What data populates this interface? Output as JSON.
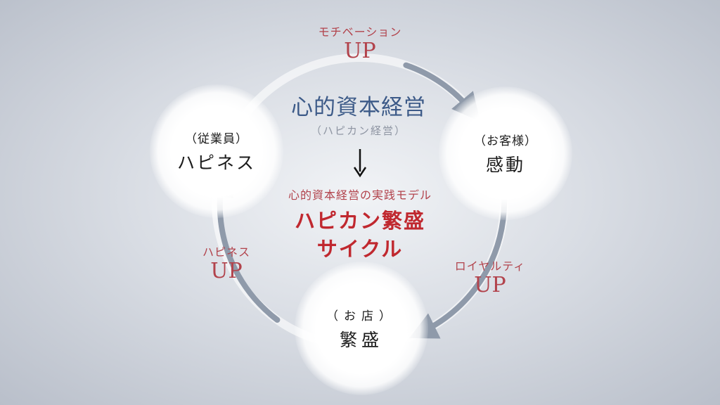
{
  "center": {
    "title": "心的資本経営",
    "subtitle": "（ハピカン経営）",
    "model_caption": "心的資本経営の実践モデル",
    "cycle_name_line1": "ハピカン繁盛",
    "cycle_name_line2": "サイクル"
  },
  "nodes": {
    "employee": {
      "sub": "（従業員）",
      "main": "ハピネス"
    },
    "customer": {
      "sub": "（お客様）",
      "main": "感動"
    },
    "store": {
      "sub": "（お店）",
      "main": "繁盛"
    }
  },
  "arrows": {
    "motivation": {
      "label": "モチベーション",
      "value": "UP"
    },
    "loyalty": {
      "label": "ロイヤルティ",
      "value": "UP"
    },
    "happiness": {
      "label": "ハピネス",
      "value": "UP"
    }
  },
  "colors": {
    "title_blue": "#3c5a88",
    "accent_red": "#c0282f",
    "label_red": "#b2434c",
    "arrow_gray": "#8f9aaa"
  }
}
